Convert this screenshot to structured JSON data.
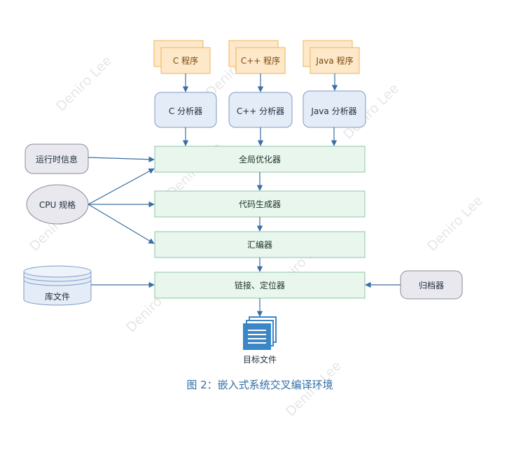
{
  "watermark": "Deniro Lee",
  "programs": [
    {
      "label": "C 程序"
    },
    {
      "label": "C++ 程序"
    },
    {
      "label": "Java 程序"
    }
  ],
  "analyzers": [
    {
      "label": "C 分析器"
    },
    {
      "label": "C++ 分析器"
    },
    {
      "label": "Java 分析器"
    }
  ],
  "pipeline": [
    {
      "label": "全局优化器"
    },
    {
      "label": "代码生成器"
    },
    {
      "label": "汇编器"
    },
    {
      "label": "链接、定位器"
    }
  ],
  "inputs": {
    "runtime_info": "运行时信息",
    "cpu_spec": "CPU 规格",
    "library": "库文件",
    "archiver": "归档器"
  },
  "output": {
    "label": "目标文件"
  },
  "caption": "图 2：嵌入式系统交叉编译环境",
  "colors": {
    "program_fill": "#fde8c9",
    "analyzer_fill": "#e4ecf7",
    "pipeline_fill": "#e8f6ee",
    "arrow": "#3a6ea5",
    "caption": "#2f6fa8"
  }
}
